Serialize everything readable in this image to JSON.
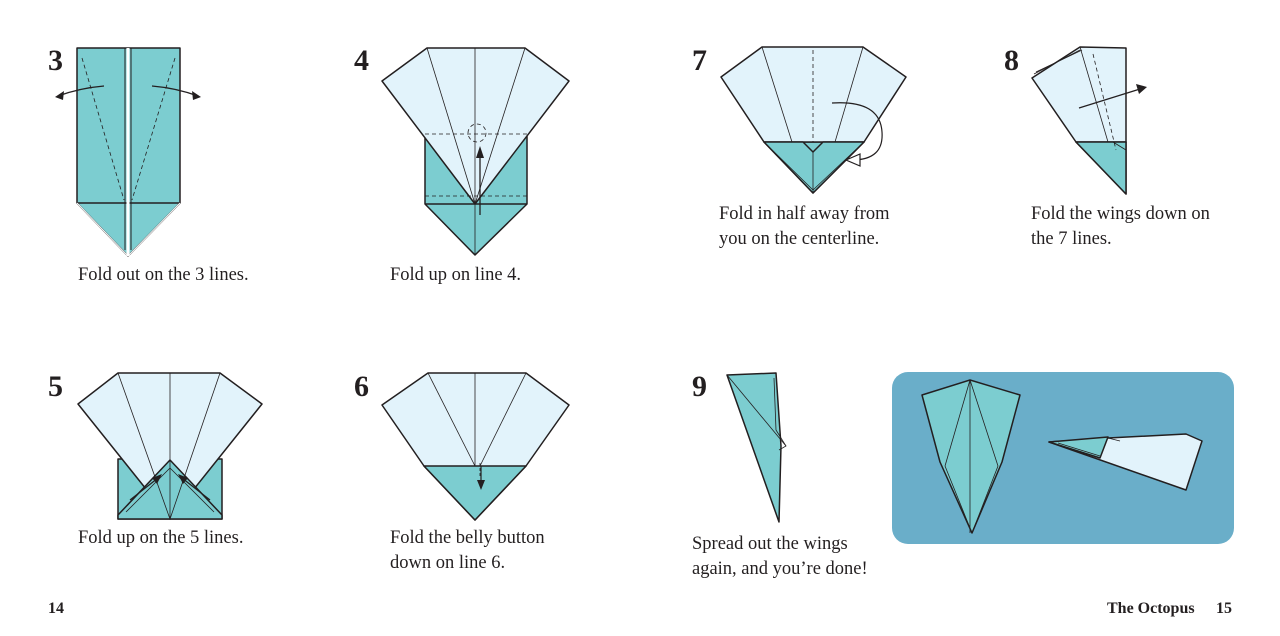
{
  "colors": {
    "paper_front": "#7ccdd0",
    "paper_back": "#e2f3fb",
    "outline": "#231f20",
    "panel": "#6aaec9"
  },
  "steps": [
    {
      "number": "3",
      "caption": "Fold out on the 3 lines."
    },
    {
      "number": "4",
      "caption": "Fold up on line 4."
    },
    {
      "number": "5",
      "caption": "Fold up on the 5 lines."
    },
    {
      "number": "6",
      "caption": "Fold the belly button\ndown on line 6."
    },
    {
      "number": "7",
      "caption": "Fold in half away from\nyou on the centerline."
    },
    {
      "number": "8",
      "caption": "Fold the wings down on\nthe 7 lines."
    },
    {
      "number": "9",
      "caption": "Spread out the wings\nagain, and you’re done!"
    }
  ],
  "footer": {
    "left_page_number": "14",
    "right_title": "The Octopus",
    "right_page_number": "15"
  }
}
